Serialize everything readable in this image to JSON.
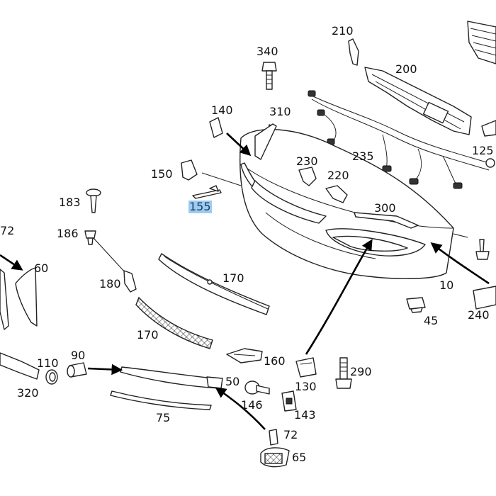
{
  "callouts": {
    "c210": "210",
    "c200": "200",
    "c340": "340",
    "c140": "140",
    "c310": "310",
    "c230": "230",
    "c235": "235",
    "c125": "125",
    "c150": "150",
    "c220": "220",
    "c155": "155",
    "c183": "183",
    "c300": "300",
    "c72a": "72",
    "c186": "186",
    "c60": "60",
    "c170a": "170",
    "c180": "180",
    "c10": "10",
    "c240": "240",
    "c45": "45",
    "c170b": "170",
    "c110": "110",
    "c90": "90",
    "c160": "160",
    "c290": "290",
    "c130": "130",
    "c50": "50",
    "c146": "146",
    "c143": "143",
    "c320": "320",
    "c75": "75",
    "c72b": "72",
    "c65": "65"
  },
  "highlight": {
    "selected_part": "155",
    "color": "#9ecbf0"
  }
}
